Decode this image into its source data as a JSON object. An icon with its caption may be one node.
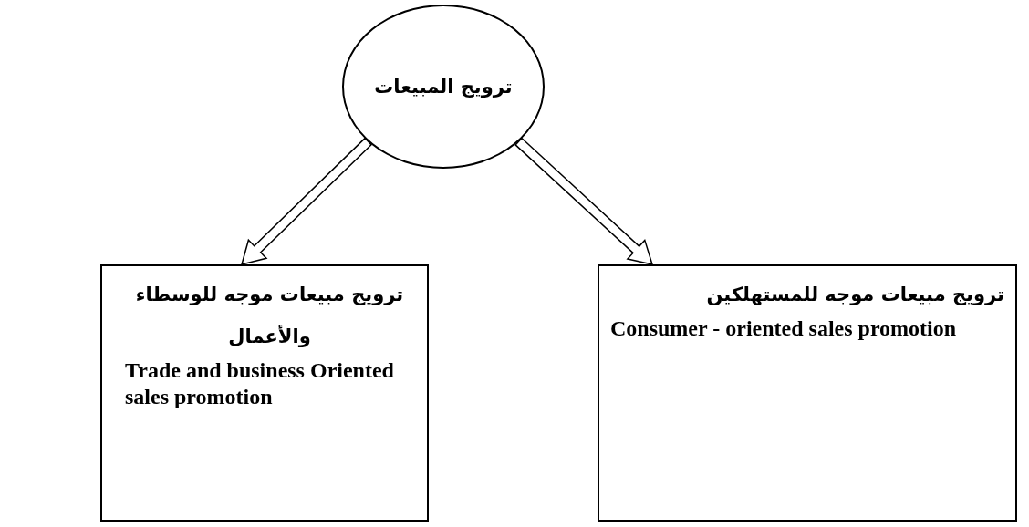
{
  "diagram": {
    "nodes": [
      {
        "text": [
          "ترويج المبيعات"
        ]
      },
      {
        "text": [
          "ترويج مبيعات موجه للوسطاء والأعمال",
          "Trade and business Oriented sales promotion"
        ]
      },
      {
        "text": [
          "ترويج مبيعات موجه للمستهلكين",
          "Consumer - oriented sales promotion"
        ]
      }
    ],
    "edges": [
      {
        "from": 0,
        "to": 1,
        "arrow": "to"
      },
      {
        "from": 0,
        "to": 2,
        "arrow": "to"
      }
    ]
  }
}
